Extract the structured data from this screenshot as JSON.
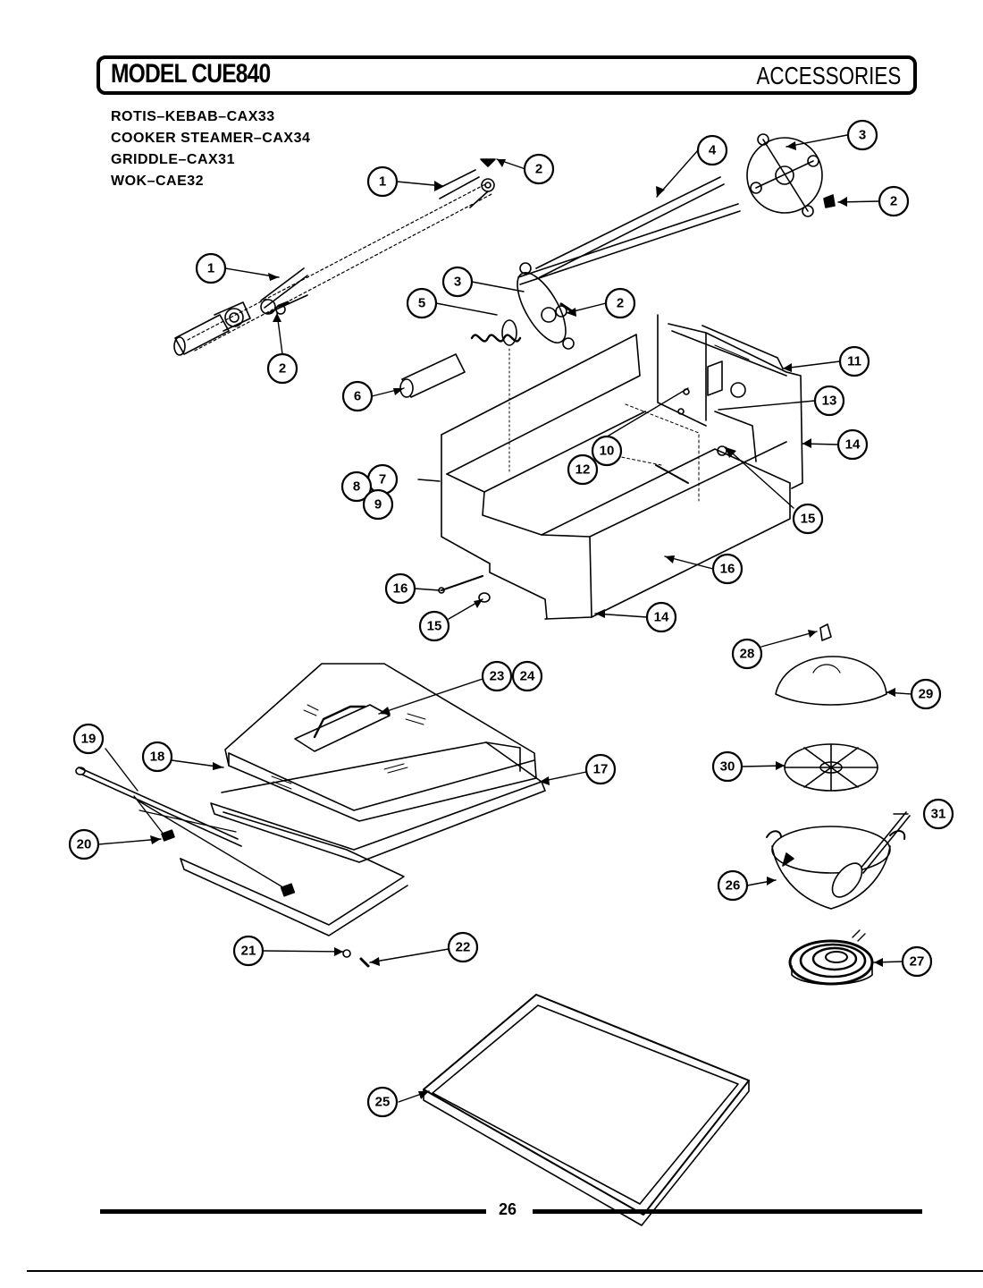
{
  "header": {
    "model": "MODEL CUE840",
    "section": "ACCESSORIES"
  },
  "accessories": [
    "ROTIS–KEBAB–CAX33",
    "COOKER STEAMER–CAX34",
    "GRIDDLE–CAX31",
    "WOK–CAE32"
  ],
  "callouts": [
    "1",
    "2",
    "3",
    "4",
    "5",
    "6",
    "7",
    "8",
    "9",
    "10",
    "11",
    "12",
    "13",
    "14",
    "15",
    "16",
    "17",
    "18",
    "19",
    "20",
    "21",
    "22",
    "23",
    "24",
    "25",
    "26",
    "27",
    "28",
    "29",
    "30",
    "31"
  ],
  "page_number": "26"
}
